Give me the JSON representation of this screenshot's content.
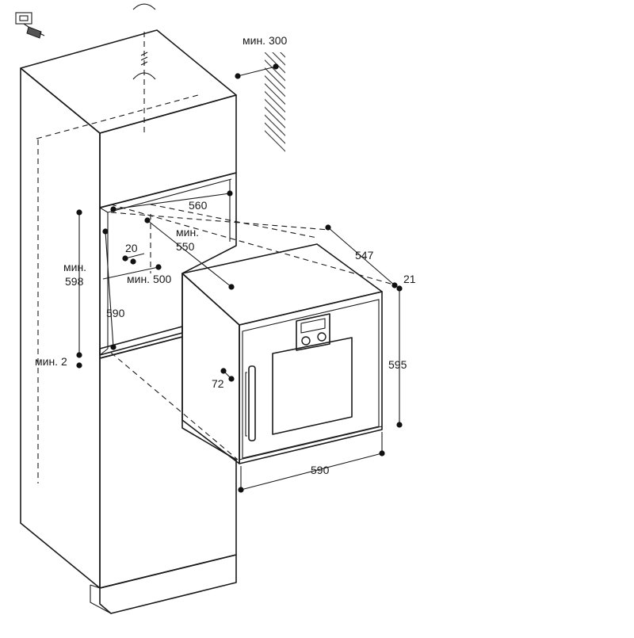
{
  "dimensions": {
    "min_300": "мин. 300",
    "w_560": "560",
    "min_label": "мин.",
    "v_550": "550",
    "v_20": "20",
    "min_500": "мин. 500",
    "v_598": "598",
    "v_590_height": "590",
    "min_2": "мин. 2",
    "v_547": "547",
    "v_21": "21",
    "v_595": "595",
    "v_72": "72",
    "v_590_width": "590"
  },
  "colors": {
    "line": "#1a1a1a",
    "oven_side": "#f2f2f2",
    "wall_hatch": "#333333"
  },
  "icons": [
    "power-plug-icon",
    "ground-symbol-icon",
    "wall-hatch"
  ]
}
